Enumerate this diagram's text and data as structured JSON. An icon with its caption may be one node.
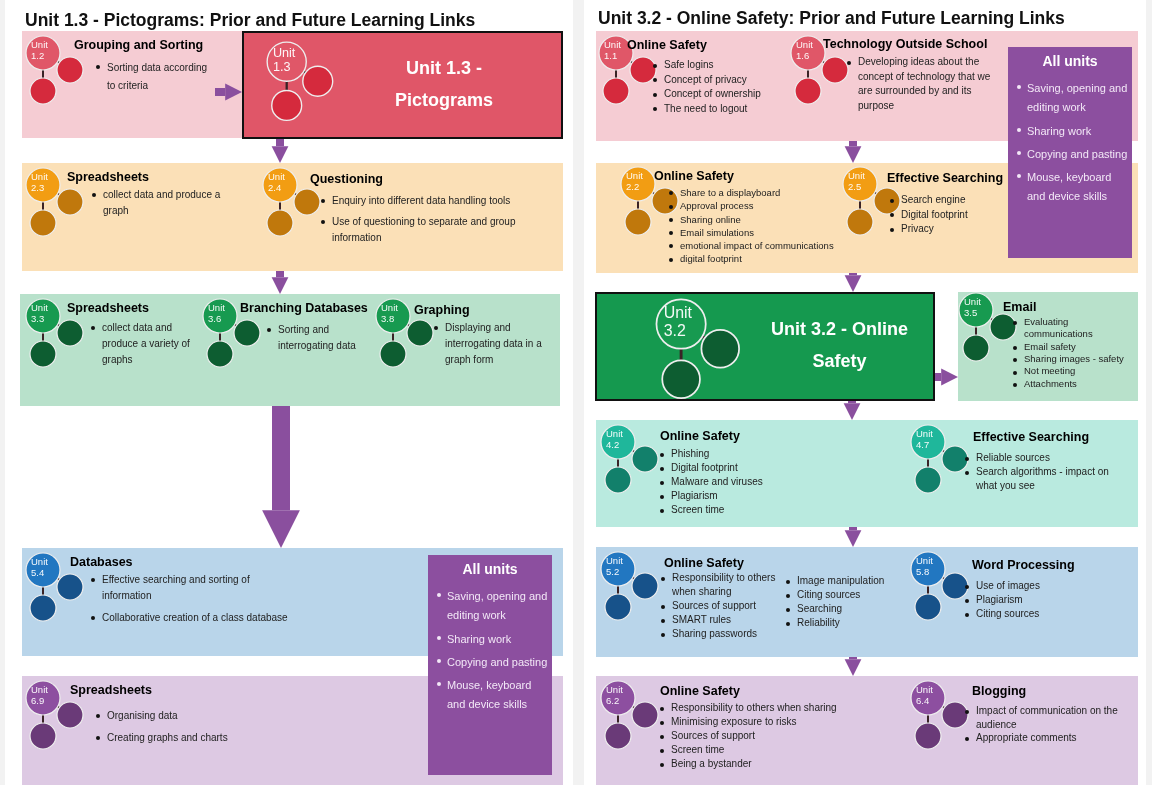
{
  "diagram": {
    "nodes": [
      {
        "text": [],
        "shape": "box"
      },
      {
        "text": [
          "Unit 1.2",
          "Grouping and Sorting",
          "Sorting data according to criteria"
        ],
        "in": 0
      },
      {
        "text": [
          "Unit 1.3",
          "Unit 1.3 - Pictograms"
        ],
        "in": 0
      },
      {
        "text": [],
        "shape": "box"
      },
      {
        "text": [
          "Unit 2.3",
          "Spreadsheets",
          "collect data and produce a graph"
        ],
        "in": 3
      },
      {
        "text": [
          "Unit 2.4",
          "Questioning",
          "Enquiry into different data handling tools",
          "Use of questioning to separate and group information"
        ],
        "in": 3
      },
      {
        "text": [],
        "shape": "box"
      },
      {
        "text": [
          "Unit 3.3",
          "Spreadsheets",
          "collect data and produce a variety of graphs"
        ],
        "in": 6
      },
      {
        "text": [
          "Unit 3.6",
          "Branching Databases",
          "Sorting and interrogating data"
        ],
        "in": 6
      },
      {
        "text": [
          "Unit 3.8",
          "Graphing",
          "Displaying and interrogating data in a graph form"
        ],
        "in": 6
      },
      {
        "text": [],
        "shape": "box"
      },
      {
        "text": [
          "Unit 5.4",
          "Databases",
          "Effective searching and sorting of information",
          "Collaborative creation of a class database"
        ],
        "in": 10
      },
      {
        "text": [],
        "shape": "box"
      },
      {
        "text": [
          "Unit 6.9",
          "Spreadsheets",
          "Organising data",
          "Creating graphs and charts"
        ],
        "in": 12
      },
      {
        "text": [
          "All units",
          "Saving, opening and editing work",
          "Sharing work",
          "Copying and pasting",
          "Mouse, keyboard and device skills"
        ]
      },
      {
        "text": [],
        "shape": "box"
      },
      {
        "text": [
          "Unit 1.1",
          "Online Safety",
          "Safe logins",
          "Concept of privacy",
          "Concept of ownership",
          "The need to logout"
        ],
        "in": 15
      },
      {
        "text": [
          "Unit 1.6",
          "Technology Outside School",
          "Developing ideas about the concept of technology that we are surrounded by and its purpose"
        ],
        "in": 15
      },
      {
        "text": [],
        "shape": "box"
      },
      {
        "text": [
          "Unit 2.2",
          "Online Safety",
          "Share to a displayboard",
          "Approval process",
          "Sharing online",
          "Email simulations",
          "emotional impact of communications",
          "digital footprint"
        ],
        "in": 18
      },
      {
        "text": [
          "Unit 2.5",
          "Effective Searching",
          "Search engine",
          "Digital footprint",
          "Privacy"
        ],
        "in": 18
      },
      {
        "text": [
          "All units",
          "Saving, opening and editing work",
          "Sharing work",
          "Copying and pasting",
          "Mouse, keyboard and device skills"
        ]
      },
      {
        "text": [
          "Unit 3.2",
          "Unit 3.2 - Online Safety"
        ]
      },
      {
        "text": [
          "Unit 3.5",
          "Email",
          "Evaluating communications",
          "Email safety",
          "Sharing images - safety",
          "Not meeting",
          "Attachments"
        ]
      },
      {
        "text": [],
        "shape": "box"
      },
      {
        "text": [
          "Unit 4.2",
          "Online Safety",
          "Phishing",
          "Digital footprint",
          "Malware and viruses",
          "Plagiarism",
          "Screen time"
        ],
        "in": 24
      },
      {
        "text": [
          "Unit 4.7",
          "Effective Searching",
          "Reliable sources",
          "Search algorithms - impact on what you see"
        ],
        "in": 24
      },
      {
        "text": [],
        "shape": "box"
      },
      {
        "text": [
          "Unit 5.2",
          "Online Safety",
          "Responsibility to others when sharing",
          "Sources of support",
          "SMART rules",
          "Sharing passwords",
          "Image manipulation",
          "Citing sources",
          "Searching",
          "Reliability"
        ],
        "in": 27
      },
      {
        "text": [
          "Unit 5.8",
          "Word Processing",
          "Use of images",
          "Plagiarism",
          "Citing sources"
        ],
        "in": 27
      },
      {
        "text": [],
        "shape": "box"
      },
      {
        "text": [
          "Unit 6.2",
          "Online Safety",
          "Responsibility to others when sharing",
          "Minimising exposure to risks",
          "Sources of support",
          "Screen time",
          "Being a bystander"
        ],
        "in": 30
      },
      {
        "text": [
          "Unit 6.4",
          "Blogging",
          "Impact of communication on the audience",
          "Appropriate comments"
        ],
        "in": 30
      }
    ],
    "edges": [
      {
        "from": 1,
        "to": 2,
        "arrow": "to"
      },
      {
        "from": 2,
        "to": 3,
        "arrow": "to"
      },
      {
        "from": 3,
        "to": 6,
        "arrow": "to"
      },
      {
        "from": 6,
        "to": 10,
        "arrow": "to",
        "style": "thick"
      },
      {
        "from": 15,
        "to": 18,
        "arrow": "to"
      },
      {
        "from": 18,
        "to": 22,
        "arrow": "to"
      },
      {
        "from": 22,
        "to": 23,
        "arrow": "to"
      },
      {
        "from": 22,
        "to": 24,
        "arrow": "to"
      },
      {
        "from": 24,
        "to": 27,
        "arrow": "to"
      },
      {
        "from": 27,
        "to": 30,
        "arrow": "to"
      }
    ],
    "labels": [
      "Unit 1.3 - Pictograms: Prior and Future Learning Links",
      "Unit 3.2 - Online Safety: Prior and Future Learning Links"
    ]
  }
}
